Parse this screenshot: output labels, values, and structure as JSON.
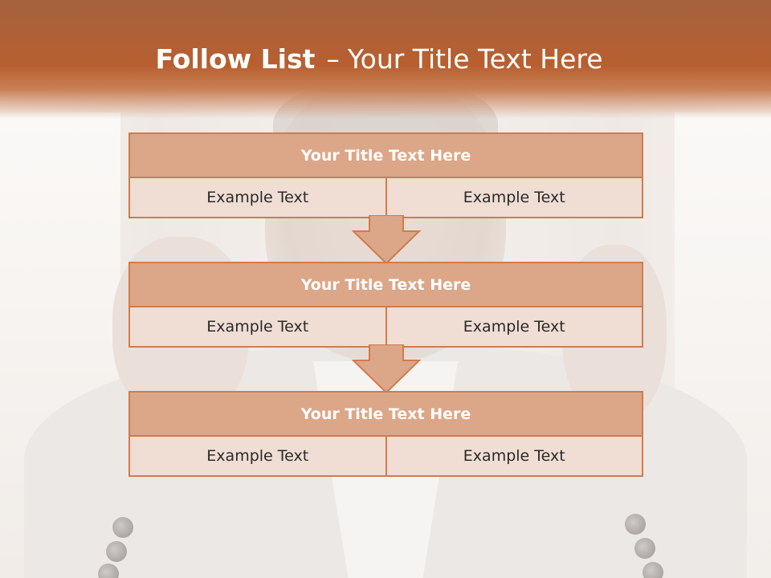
{
  "slide": {
    "title_bold": "Follow List",
    "title_sep": "–",
    "title_rest": "Your Title Text Here"
  },
  "blocks": [
    {
      "title": "Your Title Text Here",
      "left": "Example Text",
      "right": "Example Text"
    },
    {
      "title": "Your Title Text Here",
      "left": "Example Text",
      "right": "Example Text"
    },
    {
      "title": "Your Title Text Here",
      "left": "Example Text",
      "right": "Example Text"
    }
  ],
  "colors": {
    "header": "#b85f30",
    "block_title": "#dca688",
    "block_cell": "#f0ddd4",
    "border": "#d27b4c"
  }
}
